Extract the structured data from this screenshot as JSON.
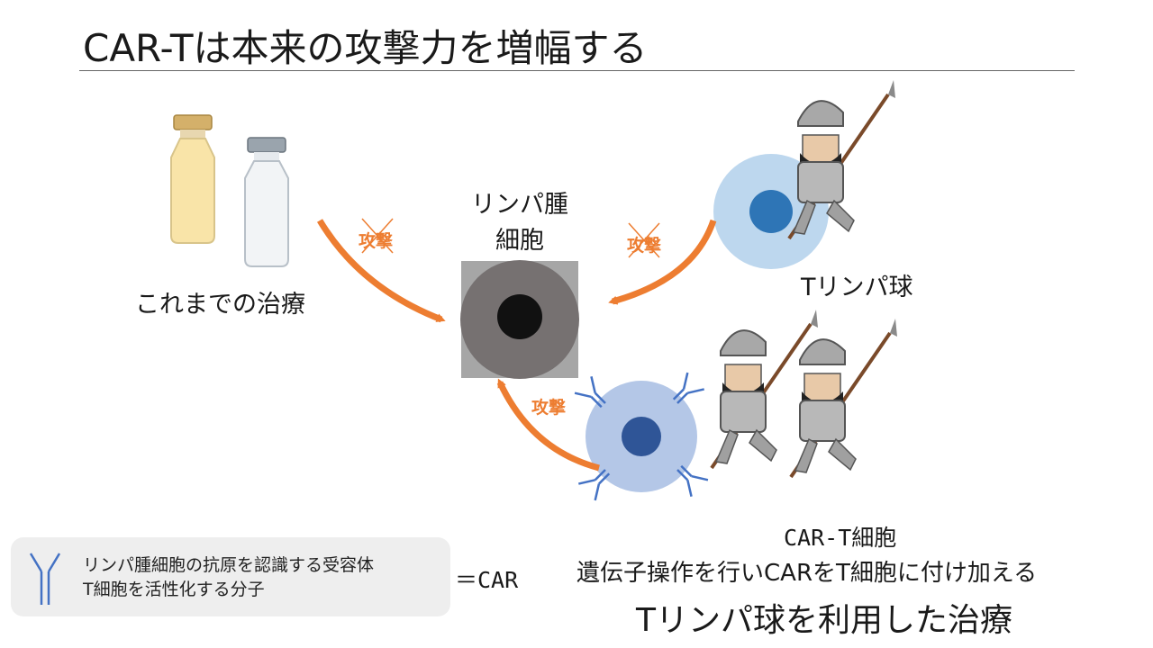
{
  "slide": {
    "title": "CAR-Tは本来の攻撃力を増幅する"
  },
  "labels": {
    "tumor_line1": "リンパ腫",
    "tumor_line2": "細胞",
    "prior_treatment": "これまでの治療",
    "t_lymphocyte": "Tリンパ球",
    "cart_cell": "CAR-T細胞",
    "genetic_engineering": "遺伝子操作を行いCARをT細胞に付け加える",
    "conclusion": "Tリンパ球を利用した治療"
  },
  "attacks": {
    "prior_treatment": "攻撃",
    "t_lymphocyte": "攻撃",
    "cart_cell": "攻撃"
  },
  "legend": {
    "line1": "リンパ腫細胞の抗原を認識する受容体",
    "line2": "T細胞を活性化する分子",
    "equals": "＝CAR"
  },
  "colors": {
    "arrow": "#ed7d31",
    "tumor_body": "#767171",
    "tumor_spikes": "#a6a6a6",
    "t_cell_body": "#bdd7ee",
    "t_cell_nucleus": "#2e75b6",
    "cart_body": "#b4c7e7",
    "cart_nucleus": "#2f5597",
    "receptor": "#4472c4"
  }
}
